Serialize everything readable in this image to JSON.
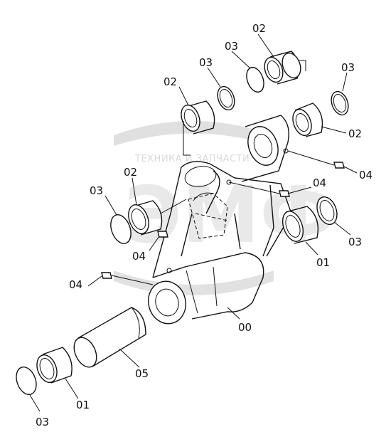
{
  "watermark": {
    "text": "ТЕХНИКА И ЗАПЧАСТИ",
    "letters": "ЭМФ"
  },
  "callouts": {
    "c02_top": "02",
    "c03_top": "03",
    "c03_mid": "03",
    "c02_left": "02",
    "c03_right_top": "03",
    "c02_right": "02",
    "c04_right_top": "04",
    "c02_left_mid": "02",
    "c03_left_mid": "03",
    "c04_mid": "04",
    "c04_center": "04",
    "c03_right_mid": "03",
    "c01_right": "01",
    "c04_left": "04",
    "c00": "00",
    "c05": "05",
    "c01_bottom": "01",
    "c03_bottom": "03"
  }
}
